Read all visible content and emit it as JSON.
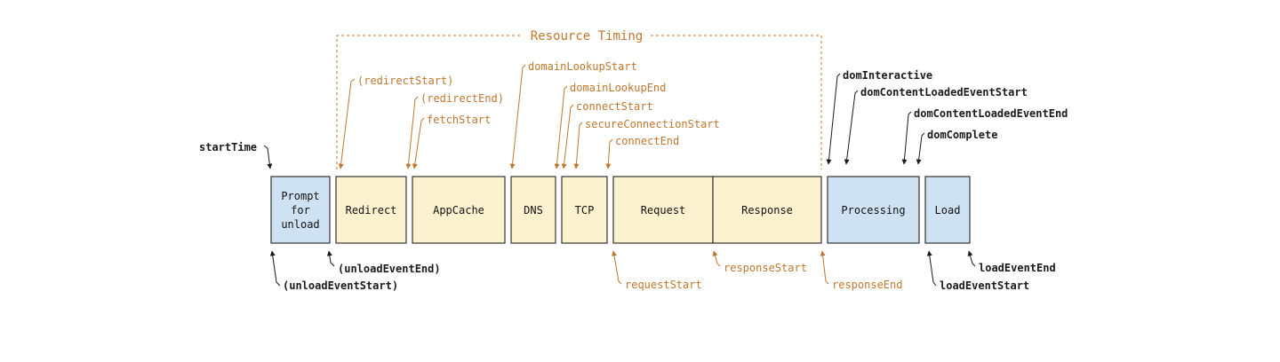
{
  "diagram": {
    "title": "Resource Timing",
    "colors": {
      "orange": "#c0762e",
      "black": "#1a1a1a",
      "blue_fill": "#cfe2f3",
      "blue_stroke": "#6b8fb3",
      "yellow_fill": "#fdf2cf",
      "yellow_stroke": "#9a8a5a",
      "dark_stroke": "#333333"
    },
    "phases": [
      {
        "id": "prompt",
        "lines": [
          "Prompt",
          "for",
          "unload"
        ],
        "kind": "blue"
      },
      {
        "id": "redirect",
        "lines": [
          "Redirect"
        ],
        "kind": "yellow"
      },
      {
        "id": "appcache",
        "lines": [
          "AppCache"
        ],
        "kind": "yellow"
      },
      {
        "id": "dns",
        "lines": [
          "DNS"
        ],
        "kind": "yellow"
      },
      {
        "id": "tcp",
        "lines": [
          "TCP"
        ],
        "kind": "yellow"
      },
      {
        "id": "request",
        "lines": [
          "Request"
        ],
        "kind": "yellow"
      },
      {
        "id": "response",
        "lines": [
          "Response"
        ],
        "kind": "yellow"
      },
      {
        "id": "processing",
        "lines": [
          "Processing"
        ],
        "kind": "blue"
      },
      {
        "id": "load",
        "lines": [
          "Load"
        ],
        "kind": "blue"
      }
    ],
    "markers_top": [
      {
        "id": "startTime",
        "text": "startTime",
        "color": "black"
      },
      {
        "id": "redirectStart",
        "text": "(redirectStart)",
        "color": "orange"
      },
      {
        "id": "redirectEnd",
        "text": "(redirectEnd)",
        "color": "orange"
      },
      {
        "id": "fetchStart",
        "text": "fetchStart",
        "color": "orange"
      },
      {
        "id": "domainLookupStart",
        "text": "domainLookupStart",
        "color": "orange"
      },
      {
        "id": "domainLookupEnd",
        "text": "domainLookupEnd",
        "color": "orange"
      },
      {
        "id": "connectStart",
        "text": "connectStart",
        "color": "orange"
      },
      {
        "id": "secureConnectionStart",
        "text": "secureConnectionStart",
        "color": "orange"
      },
      {
        "id": "connectEnd",
        "text": "connectEnd",
        "color": "orange"
      },
      {
        "id": "domInteractive",
        "text": "domInteractive",
        "color": "black"
      },
      {
        "id": "domContentLoadedEventStart",
        "text": "domContentLoadedEventStart",
        "color": "black"
      },
      {
        "id": "domContentLoadedEventEnd",
        "text": "domContentLoadedEventEnd",
        "color": "black"
      },
      {
        "id": "domComplete",
        "text": "domComplete",
        "color": "black"
      }
    ],
    "markers_bottom": [
      {
        "id": "unloadEventStart",
        "text": "(unloadEventStart)",
        "color": "black"
      },
      {
        "id": "unloadEventEnd",
        "text": "(unloadEventEnd)",
        "color": "black"
      },
      {
        "id": "requestStart",
        "text": "requestStart",
        "color": "orange"
      },
      {
        "id": "responseStart",
        "text": "responseStart",
        "color": "orange"
      },
      {
        "id": "responseEnd",
        "text": "responseEnd",
        "color": "orange"
      },
      {
        "id": "loadEventStart",
        "text": "loadEventStart",
        "color": "black"
      },
      {
        "id": "loadEventEnd",
        "text": "loadEventEnd",
        "color": "black"
      }
    ]
  }
}
